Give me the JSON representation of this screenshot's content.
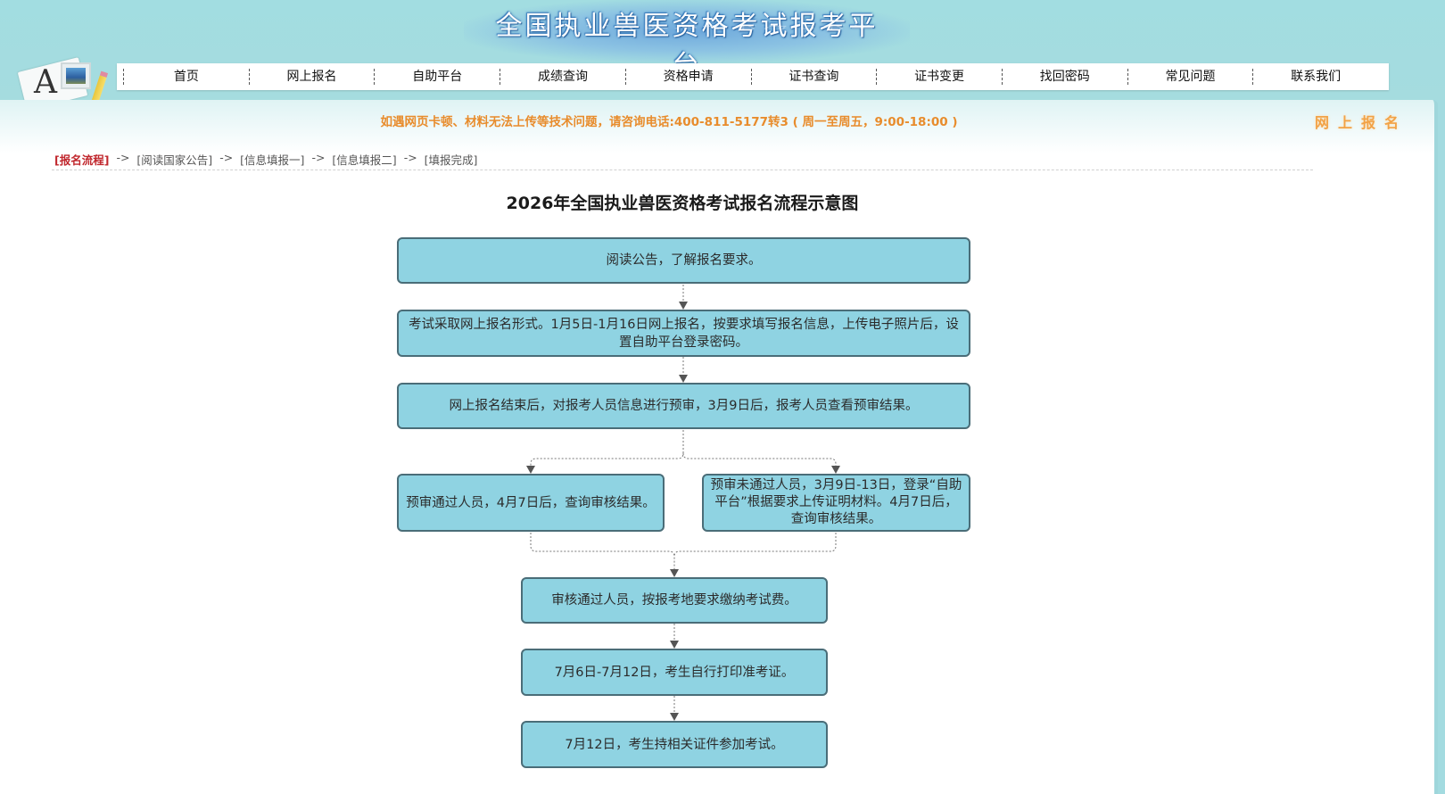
{
  "header": {
    "site_title": "全国执业兽医资格考试报考平台",
    "logo_icon": "stationery-logo-icon"
  },
  "nav": {
    "items": [
      {
        "label": "首页"
      },
      {
        "label": "网上报名"
      },
      {
        "label": "自助平台"
      },
      {
        "label": "成绩查询"
      },
      {
        "label": "资格申请"
      },
      {
        "label": "证书查询"
      },
      {
        "label": "证书变更"
      },
      {
        "label": "找回密码"
      },
      {
        "label": "常见问题"
      },
      {
        "label": "联系我们"
      }
    ]
  },
  "notice": {
    "text": "如遇网页卡顿、材料无法上传等技术问题，请咨询电话:400-811-5177转3 ( 周一至周五，9:00-18:00 )",
    "color": "#e88c2c"
  },
  "section_label": "网上报名",
  "breadcrumb": {
    "items": [
      {
        "label": "[报名流程]",
        "current": true
      },
      {
        "label": "[阅读国家公告]"
      },
      {
        "label": "[信息填报一]"
      },
      {
        "label": "[信息填报二]"
      },
      {
        "label": "[填报完成]"
      }
    ],
    "separator": "->"
  },
  "flowchart": {
    "title": "2026年全国执业兽医资格考试报名流程示意图",
    "box_color": "#8fd3e2",
    "steps": [
      {
        "text": "阅读公告，了解报名要求。"
      },
      {
        "text": "考试采取网上报名形式。1月5日-1月16日网上报名，按要求填写报名信息，上传电子照片后，设置自助平台登录密码。"
      },
      {
        "text": "网上报名结束后，对报考人员信息进行预审，3月9日后，报考人员查看预审结果。"
      },
      {
        "text": "预审通过人员，4月7日后，查询审核结果。"
      },
      {
        "text": "预审未通过人员，3月9日-13日，登录“自助平台”根据要求上传证明材料。4月7日后，查询审核结果。"
      },
      {
        "text": "审核通过人员，按报考地要求缴纳考试费。"
      },
      {
        "text": "7月6日-7月12日，考生自行打印准考证。"
      },
      {
        "text": "7月12日，考生持相关证件参加考试。"
      }
    ]
  }
}
